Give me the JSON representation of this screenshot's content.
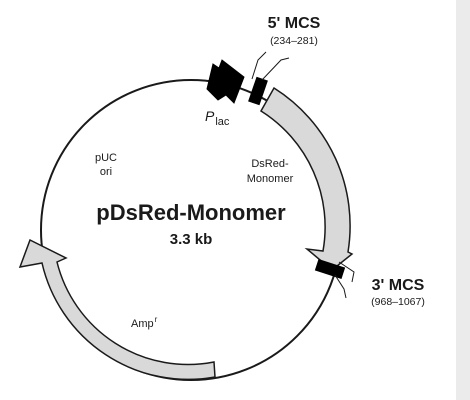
{
  "plasmid": {
    "name": "pDsRed-Monomer",
    "size": "3.3 kb"
  },
  "features": {
    "puc_ori": {
      "line1": "pUC",
      "line2": "ori"
    },
    "dsred": {
      "line1": "DsRed-",
      "line2": "Monomer"
    },
    "amp": {
      "label": "Amp",
      "superscript": "r"
    },
    "plac": {
      "label": "P",
      "subscript": "lac"
    }
  },
  "mcs5": {
    "label": "5' MCS",
    "positions": "(234–281)"
  },
  "mcs3": {
    "label": "3' MCS",
    "positions": "(968–1067)"
  },
  "colors": {
    "backbone": "#1a1a1a",
    "arrow_fill": "#d9d9d9",
    "promoter_fill": "#000000",
    "page_background": "#ebebeb"
  }
}
